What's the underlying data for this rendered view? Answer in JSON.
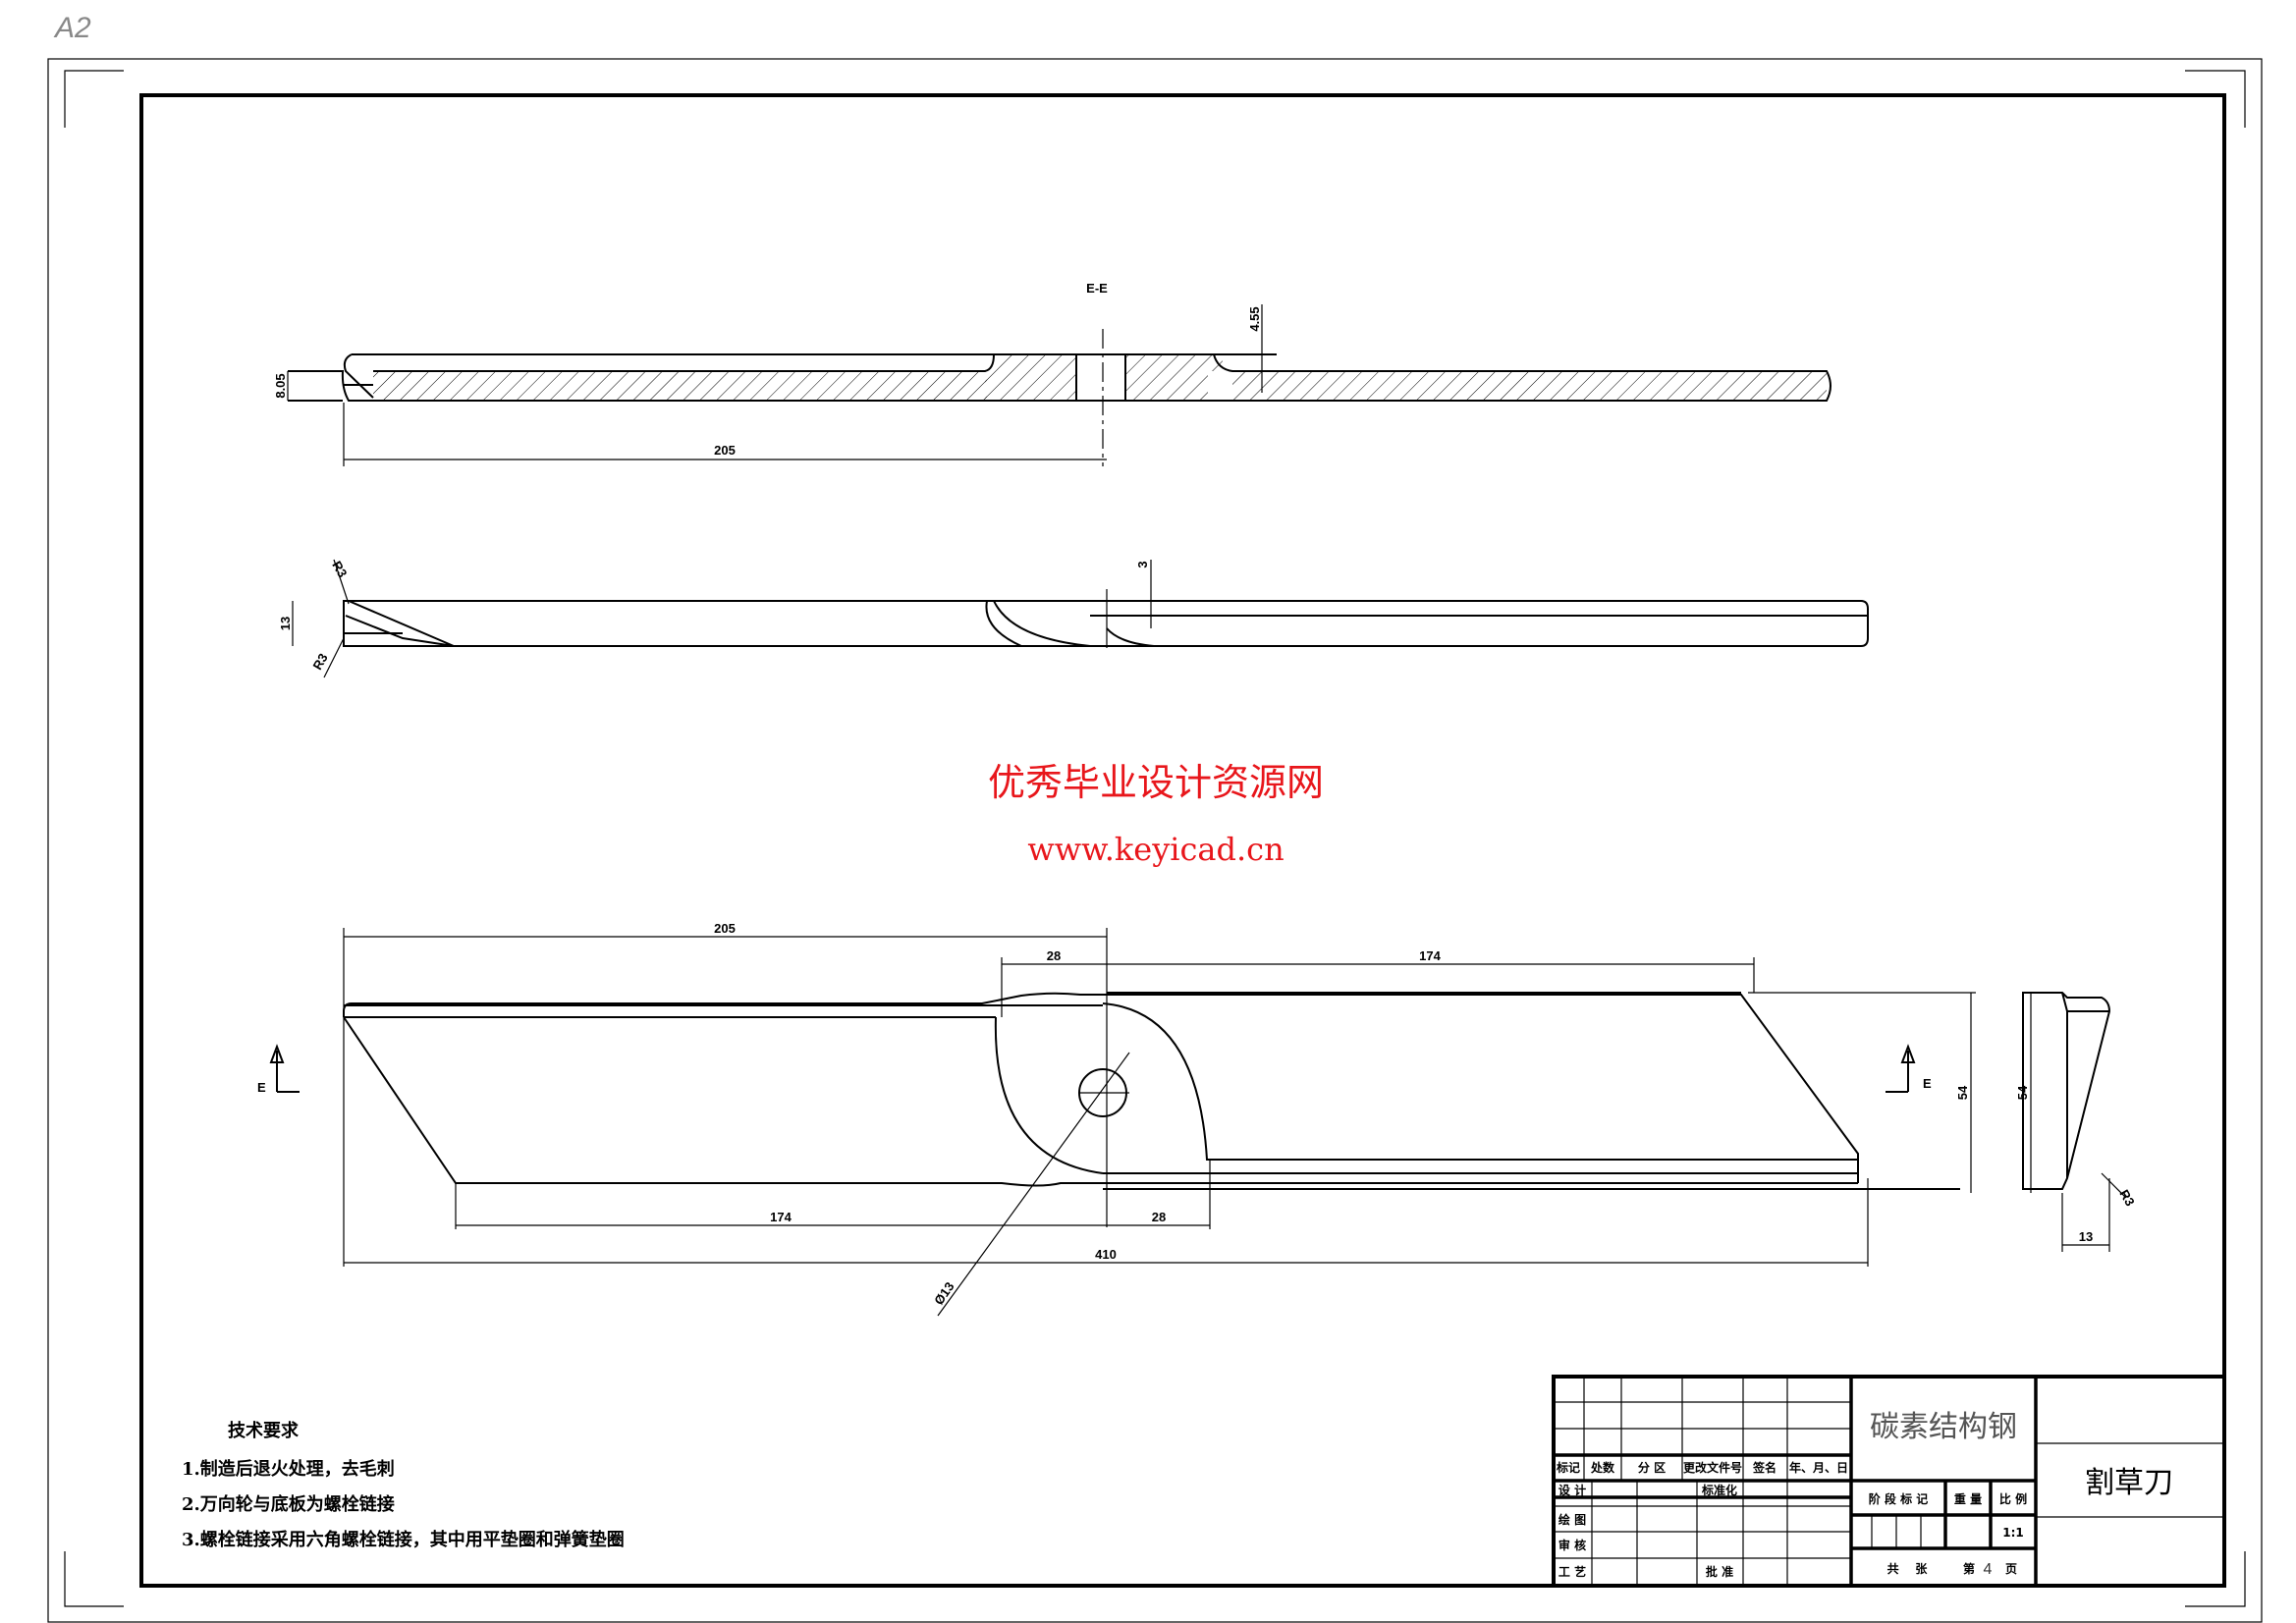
{
  "sheet": {
    "size_label": "A2"
  },
  "section_view": {
    "label": "E-E",
    "dims": {
      "thickness": "8.05",
      "step": "4.55",
      "length_to_center": "205"
    }
  },
  "edge_view": {
    "dims": {
      "width": "13",
      "radius_top": "R3",
      "radius_bottom": "R3",
      "offset": "3"
    }
  },
  "plan_view": {
    "section_mark_left": "E",
    "section_mark_right": "E",
    "dims": {
      "left_length": "205",
      "hub_left": "28",
      "right_blade": "174",
      "left_blade": "174",
      "hub_right": "28",
      "total": "410",
      "height": "54",
      "hole": "Ø13"
    }
  },
  "side_view": {
    "dims": {
      "height": "54",
      "thickness": "13",
      "radius": "R3"
    }
  },
  "watermark": {
    "title": "优秀毕业设计资源网",
    "url": "www.keyicad.cn"
  },
  "tech_requirements": {
    "title": "技术要求",
    "items": [
      "1.制造后退火处理，去毛刺",
      "2.万向轮与底板为螺栓链接",
      "3.螺栓链接采用六角螺栓链接，其中用平垫圈和弹簧垫圈"
    ]
  },
  "title_block": {
    "material": "碳素结构钢",
    "part_name": "割草刀",
    "rev_headers": [
      "标记",
      "处数",
      "分 区",
      "更改文件号",
      "签名",
      "年、月、日"
    ],
    "roles": [
      "设 计",
      "绘 图",
      "审 核",
      "工 艺"
    ],
    "standardize": "标准化",
    "approve": "批 准",
    "stage_label": "阶 段 标 记",
    "weight_label": "重 量",
    "scale_label": "比 例",
    "scale_value": "1:1",
    "sheets_total_label": "共    张",
    "sheet_no_label": "第",
    "sheet_no": "4",
    "page_label": "页"
  }
}
